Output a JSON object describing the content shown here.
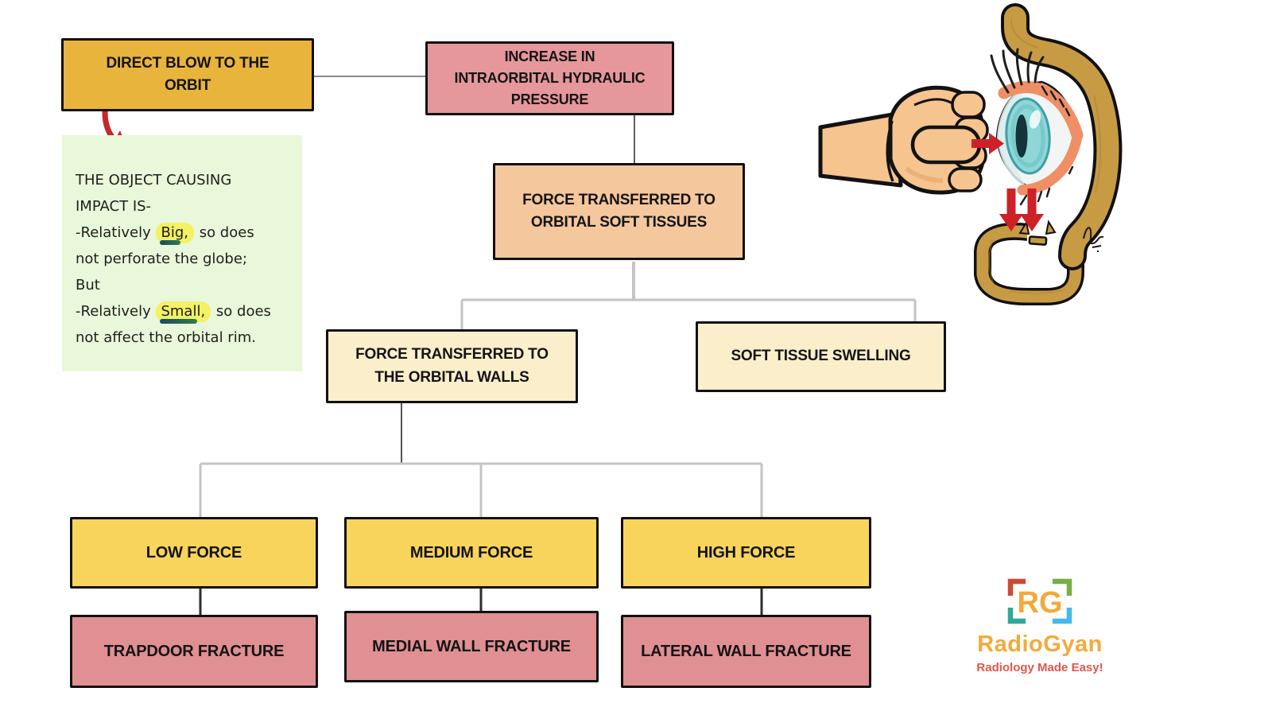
{
  "flowchart": {
    "nodes": {
      "direct_blow": "DIRECT BLOW TO THE\nORBIT",
      "hydraulic_pressure": "INCREASE IN\nINTRAORBITAL HYDRAULIC\nPRESSURE",
      "soft_tissues": "FORCE TRANSFERRED TO\nORBITAL SOFT TISSUES",
      "orbital_walls": "FORCE TRANSFERRED TO\nTHE ORBITAL WALLS",
      "swelling": "SOFT TISSUE SWELLING",
      "low_force": "LOW FORCE",
      "medium_force": "MEDIUM FORCE",
      "high_force": "HIGH FORCE",
      "trapdoor": "TRAPDOOR FRACTURE",
      "medial_wall": "MEDIAL WALL FRACTURE",
      "lateral_wall": "LATERAL WALL FRACTURE"
    },
    "edges": [
      {
        "from": "direct_blow",
        "to": "hydraulic_pressure"
      },
      {
        "from": "hydraulic_pressure",
        "to": "soft_tissues"
      },
      {
        "from": "soft_tissues",
        "to": "orbital_walls"
      },
      {
        "from": "soft_tissues",
        "to": "swelling"
      },
      {
        "from": "orbital_walls",
        "to": "low_force"
      },
      {
        "from": "orbital_walls",
        "to": "medium_force"
      },
      {
        "from": "orbital_walls",
        "to": "high_force"
      },
      {
        "from": "low_force",
        "to": "trapdoor"
      },
      {
        "from": "medium_force",
        "to": "medial_wall"
      },
      {
        "from": "high_force",
        "to": "lateral_wall"
      }
    ]
  },
  "note": {
    "lines": [
      {
        "t1": "THE OBJECT CAUSING"
      },
      {
        "t1": "IMPACT IS-"
      },
      {
        "t1": "-Relatively ",
        "hl": "Big,",
        "t2": " so does"
      },
      {
        "t1": "not perforate the globe;"
      },
      {
        "t1": "But"
      },
      {
        "t1": "-Relatively ",
        "hl": "Small,",
        "t2": " so does"
      },
      {
        "t1": "not affect the orbital rim."
      }
    ]
  },
  "branding": {
    "initials": "RG",
    "name": "RadioGyan",
    "tagline": "Radiology Made Easy!"
  },
  "colors": {
    "node_amber": "#E9B43C",
    "node_salmon": "#E6979B",
    "node_peach": "#F5C79C",
    "node_cream": "#FBEECB",
    "node_yellow": "#F8D45C",
    "node_rose": "#E08F93",
    "node_border": "#111111",
    "note_bg": "#E9F7DA",
    "highlight": "#F3F164",
    "highlight_underline": "#1B4B5E",
    "arrow_red": "#C62828",
    "connector_light": "#C4C4C4",
    "connector_dark": "#555555",
    "bone_gold": "#C79B44",
    "skin": "#F5C48F",
    "eyelid_orange": "#EF8F66",
    "iris_teal": "#8FD6D6",
    "logo_red": "#CC4A35",
    "logo_green": "#74B044",
    "logo_teal": "#2FA79B",
    "logo_blue": "#47B9E9",
    "logo_orange": "#F2A93B",
    "tagline_red": "#E2574D"
  }
}
